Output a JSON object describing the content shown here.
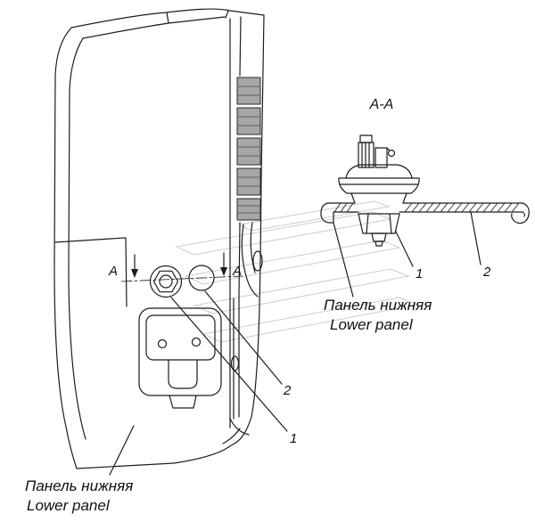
{
  "diagram": {
    "section_title": "A-A",
    "section_arrow_label": "A",
    "callouts": {
      "item1": "1",
      "item2": "2"
    },
    "labels": {
      "panel_ru": "Панель нижняя",
      "panel_en": "Lower panel"
    },
    "colors": {
      "line": "#1c1c1c",
      "watermark": "#cccccc",
      "background": "#ffffff"
    }
  }
}
